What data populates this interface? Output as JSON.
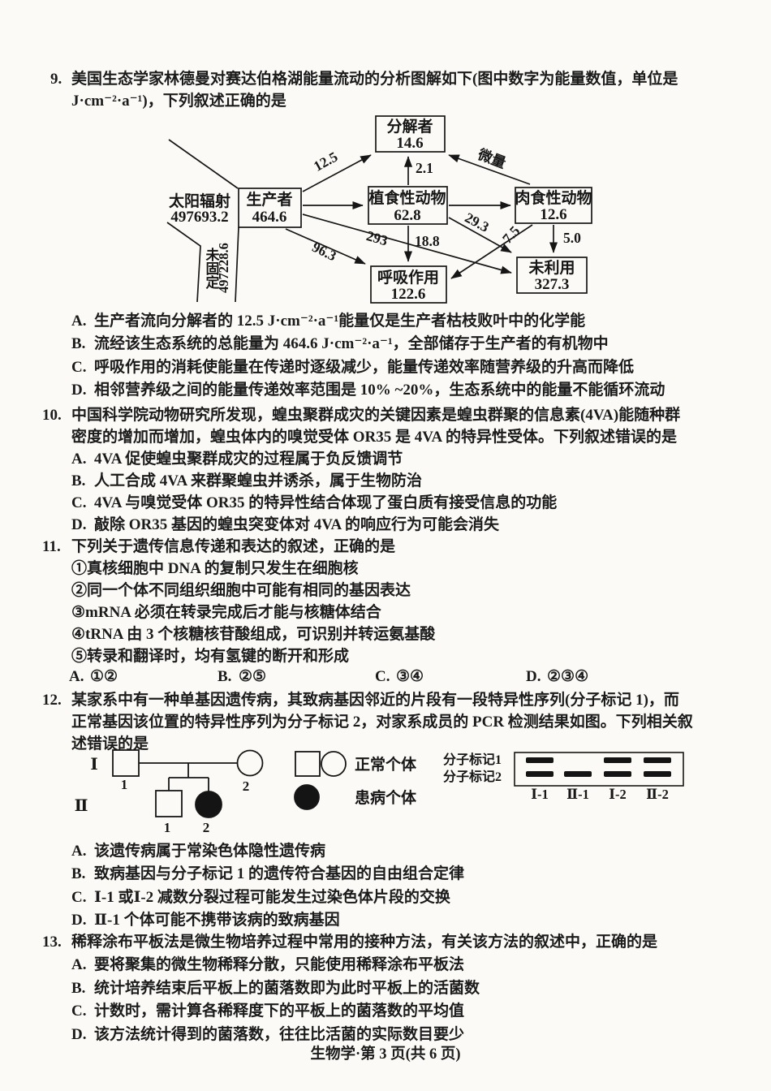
{
  "page": {
    "footer": "生物学·第 3 页(共 6 页)"
  },
  "q9": {
    "number": "9.",
    "stem_lines": [
      "美国生态学家林德曼对赛达伯格湖能量流动的分析图解如下(图中数字为能量数值，单位是",
      "J·cm⁻²·a⁻¹)，下列叙述正确的是"
    ],
    "options": [
      {
        "label": "A.",
        "text": "生产者流向分解者的 12.5 J·cm⁻²·a⁻¹能量仅是生产者枯枝败叶中的化学能"
      },
      {
        "label": "B.",
        "text": "流经该生态系统的总能量为 464.6 J·cm⁻²·a⁻¹，全部储存于生产者的有机物中"
      },
      {
        "label": "C.",
        "text": "呼吸作用的消耗使能量在传递时逐级减少，能量传递效率随营养级的升高而降低"
      },
      {
        "label": "D.",
        "text": "相邻营养级之间的能量传递效率范围是 10% ~20%，生态系统中的能量不能循环流动"
      }
    ]
  },
  "diagram": {
    "sun_label": "太阳辐射",
    "sun_value": "497693.2",
    "unfixed_label": "未固定",
    "unfixed_value": "497228.6",
    "producer_label": "生产者",
    "producer_value": "464.6",
    "decomposer_label": "分解者",
    "decomposer_value": "14.6",
    "herbivore_label": "植食性动物",
    "herbivore_value": "62.8",
    "carnivore_label": "肉食性动物",
    "carnivore_value": "12.6",
    "respiration_label": "呼吸作用",
    "respiration_value": "122.6",
    "unused_label": "未利用",
    "unused_value": "327.3",
    "flows": {
      "producer_to_decomposer": "12.5",
      "herbivore_to_decomposer": "2.1",
      "carnivore_to_decomposer": "微量",
      "producer_to_respiration": "96.3",
      "producer_to_unused": "293",
      "herbivore_to_respiration": "18.8",
      "herbivore_to_unused": "29.3",
      "carnivore_to_respiration": "7.5",
      "carnivore_to_unused": "5.0"
    }
  },
  "q10": {
    "number": "10.",
    "stem_lines": [
      "中国科学院动物研究所发现，蝗虫聚群成灾的关键因素是蝗虫群聚的信息素(4VA)能随种群",
      "密度的增加而增加，蝗虫体内的嗅觉受体 OR35 是 4VA 的特异性受体。下列叙述错误的是"
    ],
    "options": [
      {
        "label": "A.",
        "text": "4VA 促使蝗虫聚群成灾的过程属于负反馈调节"
      },
      {
        "label": "B.",
        "text": "人工合成 4VA 来群聚蝗虫并诱杀，属于生物防治"
      },
      {
        "label": "C.",
        "text": "4VA 与嗅觉受体 OR35 的特异性结合体现了蛋白质有接受信息的功能"
      },
      {
        "label": "D.",
        "text": "敲除 OR35 基因的蝗虫突变体对 4VA 的响应行为可能会消失"
      }
    ]
  },
  "q11": {
    "number": "11.",
    "stem": "下列关于遗传信息传递和表达的叙述，正确的是",
    "items": [
      "①真核细胞中 DNA 的复制只发生在细胞核",
      "②同一个体不同组织细胞中可能有相同的基因表达",
      "③mRNA 必须在转录完成后才能与核糖体结合",
      "④tRNA 由 3 个核糖核苷酸组成，可识别并转运氨基酸",
      "⑤转录和翻译时，均有氢键的断开和形成"
    ],
    "options": [
      {
        "label": "A.",
        "text": "①②"
      },
      {
        "label": "B.",
        "text": "②⑤"
      },
      {
        "label": "C.",
        "text": "③④"
      },
      {
        "label": "D.",
        "text": "②③④"
      }
    ]
  },
  "q12": {
    "number": "12.",
    "stem_lines": [
      "某家系中有一种单基因遗传病，其致病基因邻近的片段有一段特异性序列(分子标记 1)，而",
      "正常基因该位置的特异性序列为分子标记 2，对家系成员的 PCR 检测结果如图。下列相关叙",
      "述错误的是"
    ],
    "pedigree": {
      "gen1": "Ⅰ",
      "gen2": "Ⅱ",
      "i1_num": "1",
      "i2_num": "2",
      "ii1_num": "1",
      "ii2_num": "2",
      "legend_normal": "正常个体",
      "legend_affected": "患病个体"
    },
    "gel": {
      "row1_label": "分子标记1",
      "row2_label": "分子标记2",
      "lanes": [
        "Ⅰ-1",
        "Ⅱ-1",
        "Ⅰ-2",
        "Ⅱ-2"
      ],
      "marker1_present": [
        true,
        false,
        true,
        true
      ],
      "marker2_present": [
        true,
        true,
        true,
        true
      ]
    },
    "options": [
      {
        "label": "A.",
        "text": "该遗传病属于常染色体隐性遗传病"
      },
      {
        "label": "B.",
        "text": "致病基因与分子标记 1 的遗传符合基因的自由组合定律"
      },
      {
        "label": "C.",
        "text": "Ⅰ-1 或Ⅰ-2 减数分裂过程可能发生过染色体片段的交换"
      },
      {
        "label": "D.",
        "text": "Ⅱ-1 个体可能不携带该病的致病基因"
      }
    ]
  },
  "q13": {
    "number": "13.",
    "stem": "稀释涂布平板法是微生物培养过程中常用的接种方法，有关该方法的叙述中，正确的是",
    "options": [
      {
        "label": "A.",
        "text": "要将聚集的微生物稀释分散，只能使用稀释涂布平板法"
      },
      {
        "label": "B.",
        "text": "统计培养结束后平板上的菌落数即为此时平板上的活菌数"
      },
      {
        "label": "C.",
        "text": "计数时，需计算各稀释度下的平板上的菌落数的平均值"
      },
      {
        "label": "D.",
        "text": "该方法统计得到的菌落数，往往比活菌的实际数目要少"
      }
    ]
  }
}
